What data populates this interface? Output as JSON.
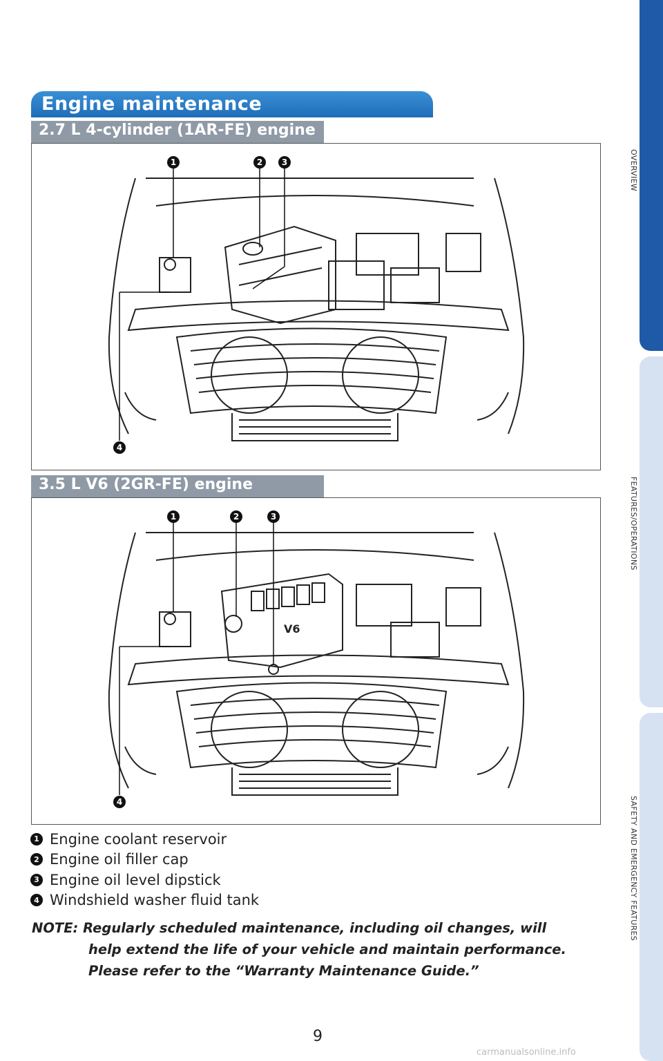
{
  "side_tabs": [
    {
      "label": "OVERVIEW",
      "active": true
    },
    {
      "label": "FEATURES/OPERATIONS",
      "active": false
    },
    {
      "label": "SAFETY AND EMERGENCY FEATURES",
      "active": false
    }
  ],
  "colors": {
    "title_banner": "#1e6db8",
    "sub_banner": "#8f9aa6",
    "tab_active": "#1f5aa8",
    "tab_inactive": "#d6e2f2"
  },
  "title": "Engine maintenance",
  "sections": [
    {
      "heading": "2.7 L 4-cylinder (1AR-FE) engine",
      "diagram_icon": "engine-bay-4cyl-illustration",
      "callouts": [
        "1",
        "2",
        "3",
        "4"
      ]
    },
    {
      "heading": "3.5 L V6 (2GR-FE) engine",
      "diagram_icon": "engine-bay-v6-illustration",
      "callouts": [
        "1",
        "2",
        "3",
        "4"
      ],
      "engine_badge": "V6"
    }
  ],
  "legend": [
    {
      "num": "1",
      "label": "Engine coolant reservoir"
    },
    {
      "num": "2",
      "label": "Engine oil filler cap"
    },
    {
      "num": "3",
      "label": "Engine oil level dipstick"
    },
    {
      "num": "4",
      "label": "Windshield washer fluid tank"
    }
  ],
  "note": {
    "lead": "NOTE: Regularly scheduled maintenance, including oil changes, will",
    "line2": "help extend the life of your vehicle and maintain performance.",
    "line3": "Please refer to the “Warranty Maintenance Guide.”"
  },
  "page_number": "9",
  "watermark": "carmanualsonline.info"
}
